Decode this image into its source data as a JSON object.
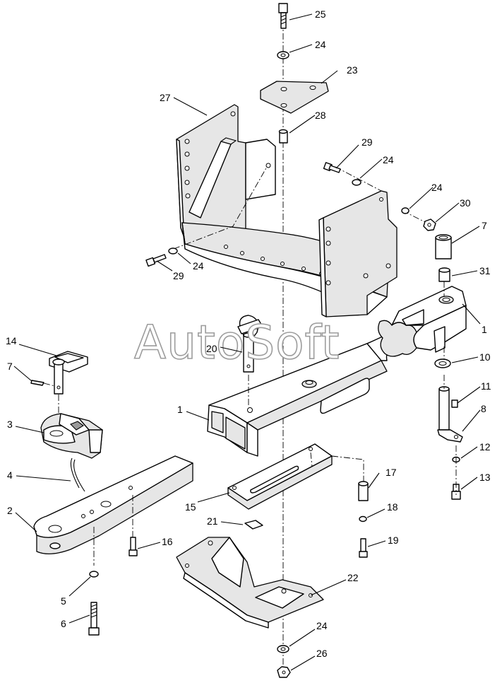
{
  "watermark": "AutoSoft",
  "callouts": [
    {
      "id": "c25",
      "label": "25"
    },
    {
      "id": "c24a",
      "label": "24"
    },
    {
      "id": "c23",
      "label": "23"
    },
    {
      "id": "c27",
      "label": "27"
    },
    {
      "id": "c28",
      "label": "28"
    },
    {
      "id": "c29a",
      "label": "29"
    },
    {
      "id": "c24b",
      "label": "24"
    },
    {
      "id": "c24c",
      "label": "24"
    },
    {
      "id": "c30",
      "label": "30"
    },
    {
      "id": "c7a",
      "label": "7"
    },
    {
      "id": "c31",
      "label": "31"
    },
    {
      "id": "c24d",
      "label": "24"
    },
    {
      "id": "c29b",
      "label": "29"
    },
    {
      "id": "c1a",
      "label": "1"
    },
    {
      "id": "c14",
      "label": "14"
    },
    {
      "id": "c20",
      "label": "20"
    },
    {
      "id": "c10",
      "label": "10"
    },
    {
      "id": "c7b",
      "label": "7"
    },
    {
      "id": "c11",
      "label": "11"
    },
    {
      "id": "c1b",
      "label": "1"
    },
    {
      "id": "c8",
      "label": "8"
    },
    {
      "id": "c3",
      "label": "3"
    },
    {
      "id": "c12",
      "label": "12"
    },
    {
      "id": "c4",
      "label": "4"
    },
    {
      "id": "c13",
      "label": "13"
    },
    {
      "id": "c17",
      "label": "17"
    },
    {
      "id": "c15",
      "label": "15"
    },
    {
      "id": "c2",
      "label": "2"
    },
    {
      "id": "c18",
      "label": "18"
    },
    {
      "id": "c21",
      "label": "21"
    },
    {
      "id": "c19",
      "label": "19"
    },
    {
      "id": "c16",
      "label": "16"
    },
    {
      "id": "c22",
      "label": "22"
    },
    {
      "id": "c5",
      "label": "5"
    },
    {
      "id": "c6",
      "label": "6"
    },
    {
      "id": "c24e",
      "label": "24"
    },
    {
      "id": "c26",
      "label": "26"
    }
  ]
}
